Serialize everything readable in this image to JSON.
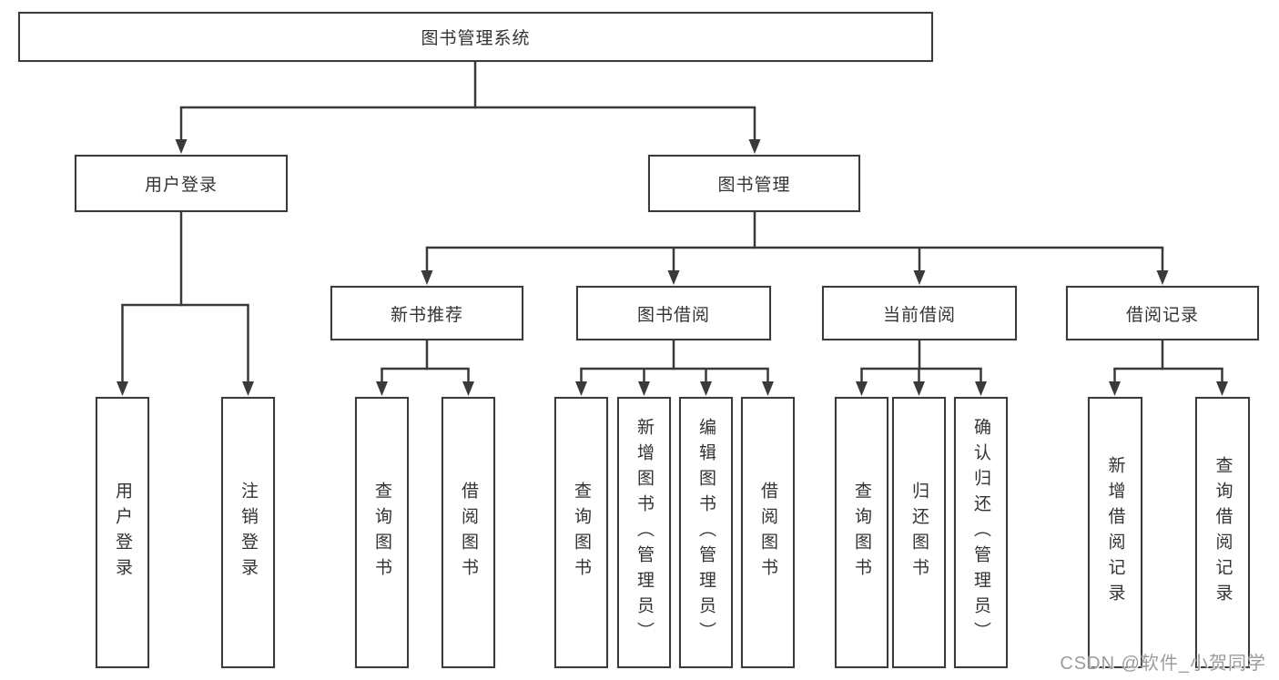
{
  "root": {
    "label": "图书管理系统"
  },
  "level2": {
    "user_login": {
      "label": "用户登录"
    },
    "book_mgmt": {
      "label": "图书管理"
    }
  },
  "level3": {
    "new_books": {
      "label": "新书推荐"
    },
    "book_borrow": {
      "label": "图书借阅"
    },
    "current_borrow": {
      "label": "当前借阅"
    },
    "borrow_records": {
      "label": "借阅记录"
    }
  },
  "leaves": {
    "user_login": [
      "用户登录",
      "注销登录"
    ],
    "new_books": [
      "查询图书",
      "借阅图书"
    ],
    "book_borrow": [
      "查询图书",
      "新增图书（管理员）",
      "编辑图书（管理员）",
      "借阅图书"
    ],
    "current_borrow": [
      "查询图书",
      "归还图书",
      "确认归还（管理员）"
    ],
    "borrow_records": [
      "新增借阅记录",
      "查询借阅记录"
    ]
  },
  "watermark": "CSDN @软件_小贺同学"
}
